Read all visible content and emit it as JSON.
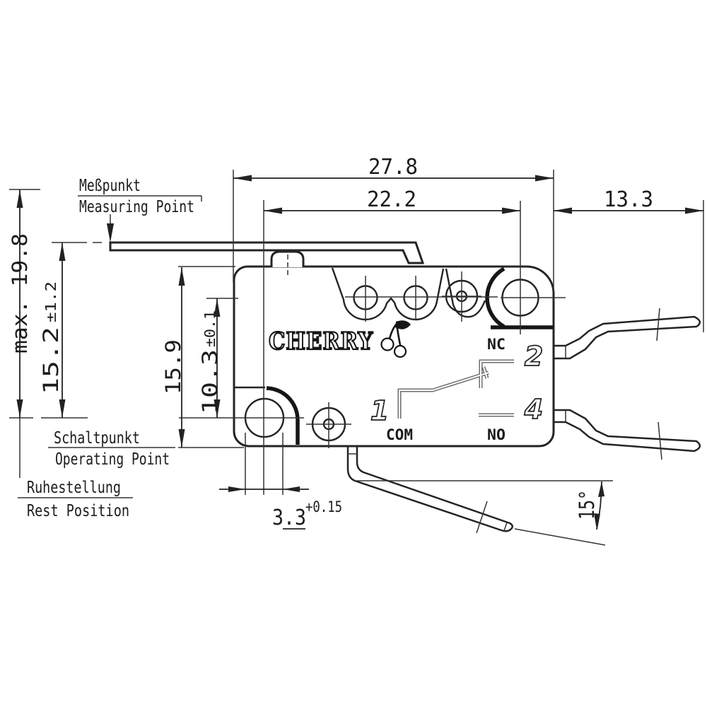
{
  "drawing": {
    "brand": "CHERRY",
    "callouts": {
      "measuring_point_de": "Meßpunkt",
      "measuring_point_en": "Measuring Point",
      "operating_point_de": "Schaltpunkt",
      "operating_point_en": "Operating Point",
      "rest_position_de": "Ruhestellung",
      "rest_position_en": "Rest Position"
    },
    "dimensions": {
      "overall_width": "27.8",
      "inner_width": "22.2",
      "terminal_length": "13.3",
      "max_height": "max. 19.8",
      "lever_height": "15.2",
      "lever_height_tol": "±1.2",
      "body_height": "15.9",
      "hole_axis_height": "10.3",
      "hole_axis_tol": "±0.1",
      "hole_diameter": "3.3",
      "hole_diameter_tol": "+0.15",
      "terminal_angle": "15°"
    },
    "contacts": {
      "com_pin": "1",
      "com_label": "COM",
      "nc_pin": "2",
      "nc_label": "NC",
      "no_pin": "4",
      "no_label": "NO"
    },
    "colors": {
      "line": "#242424",
      "background": "#ffffff",
      "circuit_line": "#6e6e6e"
    }
  }
}
